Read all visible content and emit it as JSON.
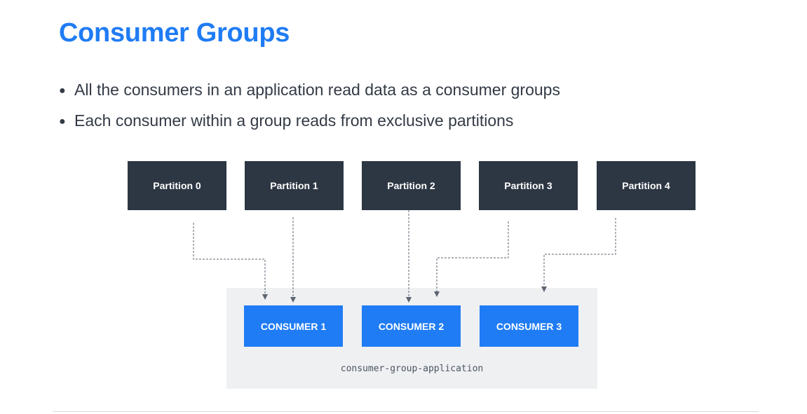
{
  "slide": {
    "title": "Consumer Groups",
    "bullets": [
      "All the consumers in an application read data as a consumer groups",
      "Each consumer within a group reads from exclusive partitions"
    ]
  },
  "diagram": {
    "partitions": [
      "Partition 0",
      "Partition 1",
      "Partition 2",
      "Partition 3",
      "Partition 4"
    ],
    "consumers": [
      "CONSUMER 1",
      "CONSUMER 2",
      "CONSUMER 3"
    ],
    "group_label": "consumer-group-application",
    "assignments": [
      {
        "partition": "Partition 0",
        "consumer": "CONSUMER 1"
      },
      {
        "partition": "Partition 1",
        "consumer": "CONSUMER 1"
      },
      {
        "partition": "Partition 2",
        "consumer": "CONSUMER 2"
      },
      {
        "partition": "Partition 3",
        "consumer": "CONSUMER 2"
      },
      {
        "partition": "Partition 4",
        "consumer": "CONSUMER 3"
      }
    ]
  },
  "colors": {
    "title": "#1f7cf4",
    "partition_fill": "#2d3643",
    "consumer_fill": "#1f7cf4",
    "group_fill": "#eef0f2",
    "connector": "#5b6470"
  }
}
